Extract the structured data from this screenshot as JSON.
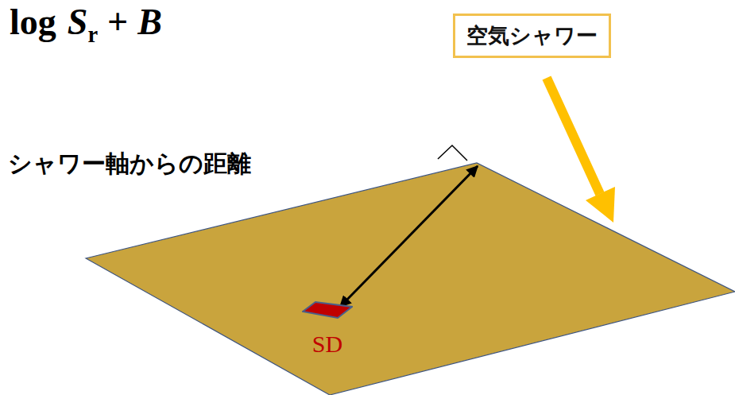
{
  "diagram": {
    "nodes": [
      {
        "text": [
          "空気シャワー"
        ]
      },
      {
        "text": [
          "SD"
        ]
      }
    ],
    "labels": [
      "log",
      "S",
      "r",
      "+",
      "B",
      "シャワー軸からの距離"
    ]
  }
}
